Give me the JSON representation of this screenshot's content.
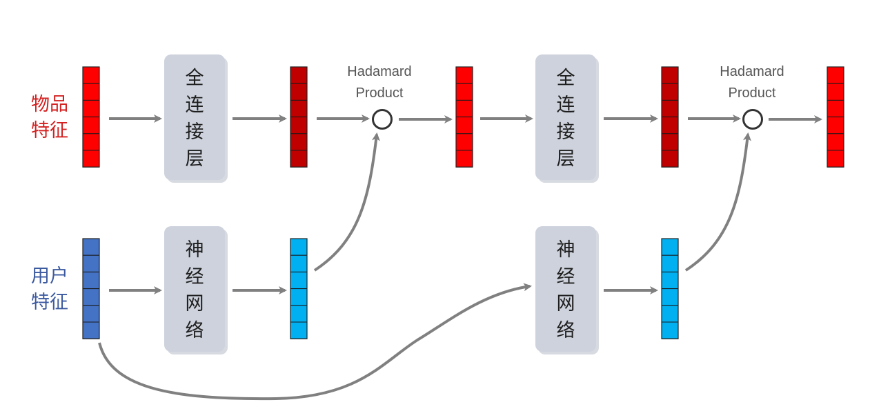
{
  "labels": {
    "item_feature_line1": "物品",
    "item_feature_line2": "特征",
    "user_feature_line1": "用户",
    "user_feature_line2": "特征"
  },
  "blocks": {
    "fc1": [
      "全",
      "连",
      "接",
      "层"
    ],
    "fc2": [
      "全",
      "连",
      "接",
      "层"
    ],
    "nn1": [
      "神",
      "经",
      "网",
      "络"
    ],
    "nn2": [
      "神",
      "经",
      "网",
      "络"
    ]
  },
  "operations": {
    "hadamard1_line1": "Hadamard",
    "hadamard1_line2": "Product",
    "hadamard2_line1": "Hadamard",
    "hadamard2_line2": "Product"
  },
  "colors": {
    "item_vector": "#ff0000",
    "item_hidden_vector": "#c00000",
    "user_vector": "#4472c4",
    "user_hidden_vector": "#00b0f0",
    "item_label": "#d42020",
    "user_label": "#3c5aa0",
    "arrow": "#808080"
  },
  "vector_cells": 6
}
